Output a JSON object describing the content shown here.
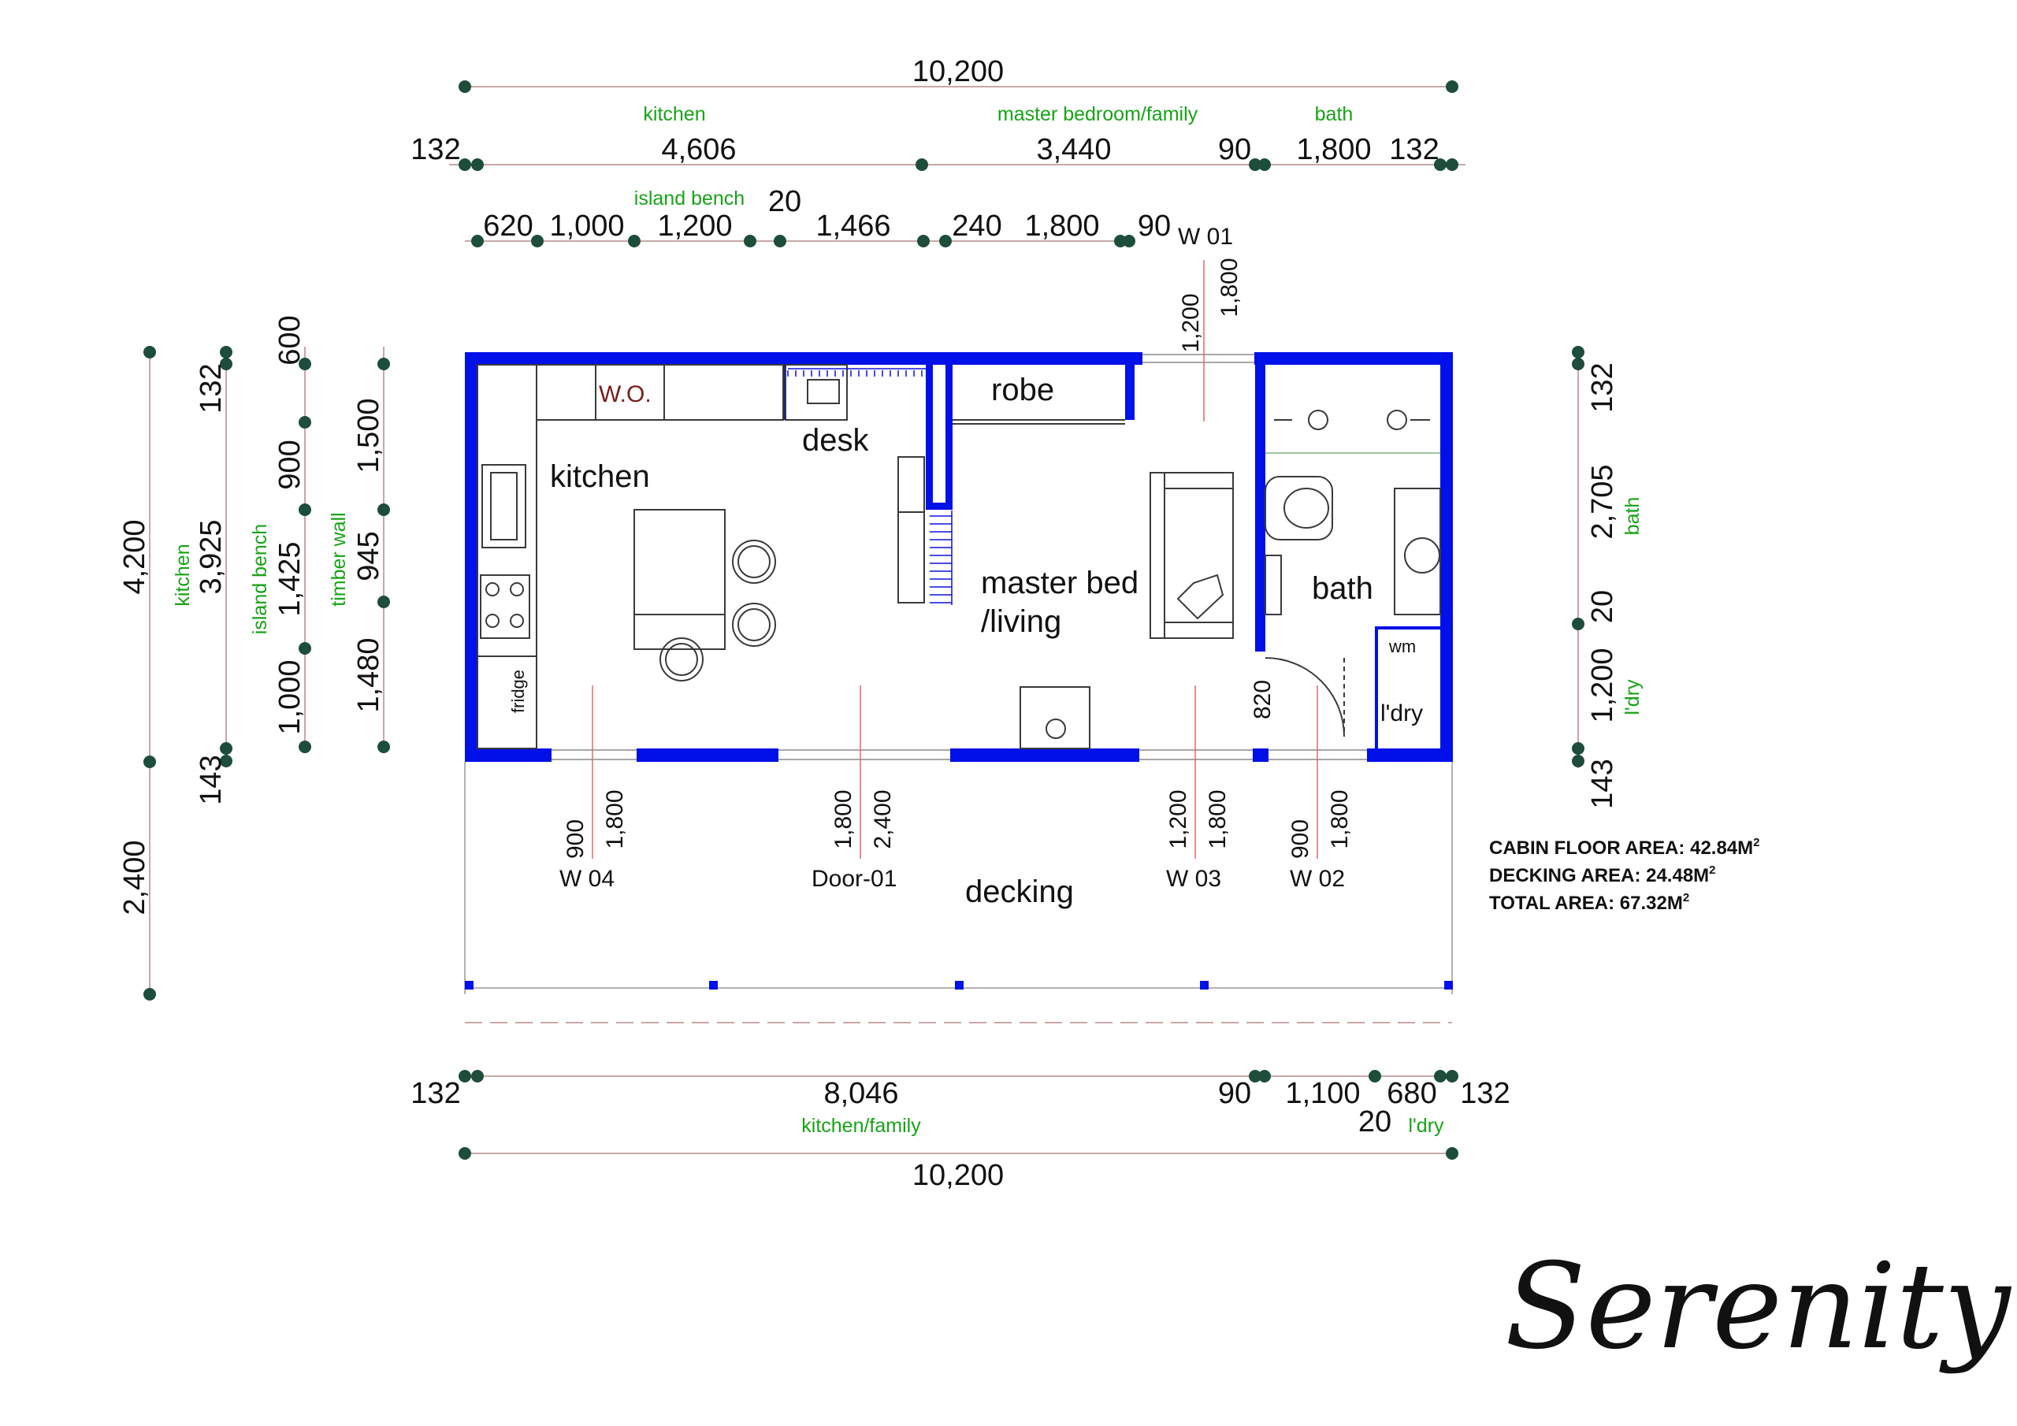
{
  "brand": "Serenity",
  "areas": {
    "cabin": "CABIN FLOOR AREA: 42.84M",
    "decking": "DECKING AREA: 24.48M",
    "total": "TOTAL AREA: 67.32M",
    "sup": "2"
  },
  "top_dims": {
    "overall": "10,200",
    "row2": [
      "132",
      "4,606",
      "3,440",
      "90",
      "1,800",
      "132"
    ],
    "row2_labels": [
      "kitchen",
      "master bedroom/family",
      "bath"
    ],
    "row3": [
      "620",
      "1,000",
      "1,200",
      "20",
      "1,466",
      "240",
      "1,800",
      "90"
    ],
    "row3_label": "island bench"
  },
  "bottom_dims": {
    "row1": [
      "132",
      "8,046",
      "90",
      "1,100",
      "680",
      "132"
    ],
    "row1_extra": "20",
    "row1_labels": [
      "kitchen/family",
      "l'dry"
    ],
    "overall": "10,200"
  },
  "left_dims": {
    "col1": [
      "4,200",
      "2,400"
    ],
    "col1_label": "kitchen",
    "col2": [
      "132",
      "3,925",
      "143"
    ],
    "col2_label": "island bench",
    "col3": [
      "600",
      "900",
      "1,425",
      "1,000"
    ],
    "col3_label": "timber wall",
    "col4": [
      "1,500",
      "945",
      "1,480"
    ]
  },
  "right_dims": {
    "values": [
      "132",
      "2,705",
      "20",
      "1,200",
      "143"
    ],
    "labels": [
      "bath",
      "l'dry"
    ]
  },
  "rooms": {
    "kitchen": "kitchen",
    "desk": "desk",
    "robe": "robe",
    "master_line1": "master bed",
    "master_line2": "/living",
    "bath": "bath",
    "laundry": "l'dry",
    "decking": "decking",
    "fridge": "fridge",
    "wo": "W.O.",
    "wm": "wm"
  },
  "openings": {
    "w01": {
      "name": "W 01",
      "h": "1,200",
      "w": "1,800"
    },
    "w04": {
      "name": "W 04",
      "h": "900",
      "w": "1,800"
    },
    "door01": {
      "name": "Door-01",
      "h": "1,800",
      "w": "2,400"
    },
    "w03": {
      "name": "W 03",
      "h": "1,200",
      "w": "1,800"
    },
    "w02": {
      "name": "W 02",
      "h": "900",
      "w": "1,800"
    },
    "bath_door": "820"
  }
}
